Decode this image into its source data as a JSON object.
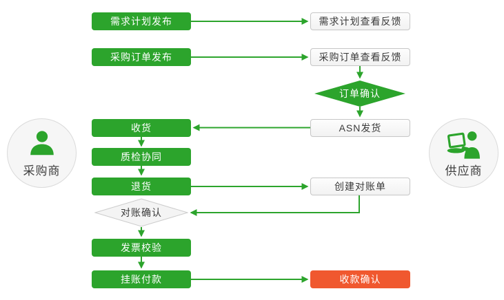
{
  "palette": {
    "green": "#2CA42C",
    "red": "#F0582F",
    "panel_border": "#C6C6C6",
    "text_dark": "#3A3A3A"
  },
  "actors": {
    "buyer": {
      "label": "采购商",
      "icon": "person-icon"
    },
    "supplier": {
      "label": "供应商",
      "icon": "person-laptop-icon"
    }
  },
  "nodes": {
    "demand_plan_publish": {
      "label": "需求计划发布",
      "type": "buyer-process"
    },
    "demand_plan_feedback": {
      "label": "需求计划查看反馈",
      "type": "supplier-process"
    },
    "po_publish": {
      "label": "采购订单发布",
      "type": "buyer-process"
    },
    "po_feedback": {
      "label": "采购订单查看反馈",
      "type": "supplier-process"
    },
    "order_confirm": {
      "label": "订单确认",
      "type": "decision-green"
    },
    "asn_ship": {
      "label": "ASN发货",
      "type": "supplier-process"
    },
    "receive": {
      "label": "收货",
      "type": "buyer-process"
    },
    "quality_collab": {
      "label": "质检协同",
      "type": "buyer-process"
    },
    "return_goods": {
      "label": "退货",
      "type": "buyer-process"
    },
    "create_statement": {
      "label": "创建对账单",
      "type": "supplier-process"
    },
    "statement_confirm": {
      "label": "对账确认",
      "type": "decision-gray"
    },
    "invoice_verify": {
      "label": "发票校验",
      "type": "buyer-process"
    },
    "payment_on_account": {
      "label": "挂账付款",
      "type": "buyer-process"
    },
    "payment_confirm": {
      "label": "收款确认",
      "type": "final-red"
    }
  },
  "edges": [
    {
      "from": "demand_plan_publish",
      "to": "demand_plan_feedback"
    },
    {
      "from": "po_publish",
      "to": "po_feedback"
    },
    {
      "from": "po_feedback",
      "to": "order_confirm"
    },
    {
      "from": "order_confirm",
      "to": "asn_ship"
    },
    {
      "from": "asn_ship",
      "to": "receive"
    },
    {
      "from": "receive",
      "to": "quality_collab"
    },
    {
      "from": "quality_collab",
      "to": "return_goods"
    },
    {
      "from": "return_goods",
      "to": "create_statement"
    },
    {
      "from": "create_statement",
      "to": "statement_confirm"
    },
    {
      "from": "statement_confirm",
      "to": "invoice_verify"
    },
    {
      "from": "invoice_verify",
      "to": "payment_on_account"
    },
    {
      "from": "payment_on_account",
      "to": "payment_confirm"
    }
  ]
}
